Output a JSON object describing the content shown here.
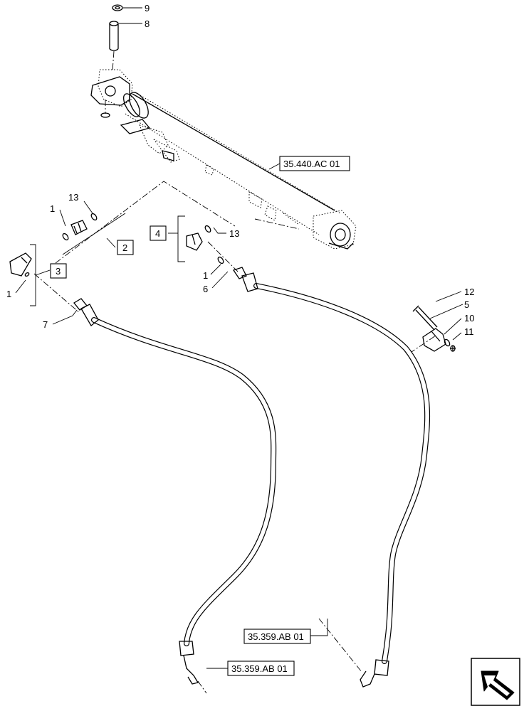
{
  "callouts": {
    "c9": "9",
    "c8": "8",
    "c13a": "13",
    "c1a": "1",
    "c13b": "13",
    "c1b": "1",
    "c6": "6",
    "c1c": "1",
    "c7": "7",
    "c12": "12",
    "c5": "5",
    "c10": "10",
    "c11": "11"
  },
  "group_boxes": {
    "g2": "2",
    "g3": "3",
    "g4": "4"
  },
  "references": {
    "cylinder": "35.440.AC 01",
    "hose_mid": "35.359.AB 01",
    "hose_left": "35.359.AB 01"
  },
  "nav_icon": "arrow-navigation-icon"
}
